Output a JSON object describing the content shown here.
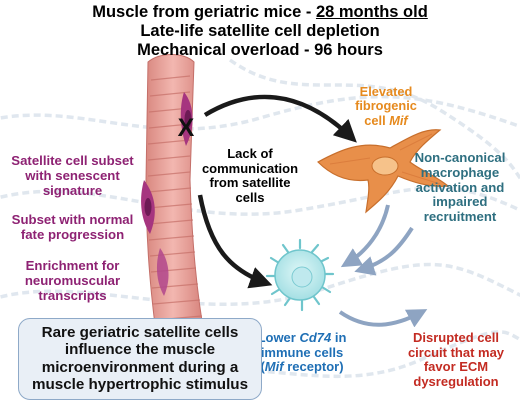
{
  "header": {
    "line1_prefix": "Muscle from geriatric mice - ",
    "line1_emph": "28 months old",
    "line2": "Late-life satellite cell depletion",
    "line3": "Mechanical overload - 96 hours"
  },
  "left_labels": {
    "senescent": [
      "Satellite cell subset",
      "with senescent",
      "signature"
    ],
    "normal": [
      "Subset with normal",
      "fate progression"
    ],
    "neuromuscular": [
      "Enrichment for",
      "neuromuscular",
      "transcripts"
    ]
  },
  "center": {
    "block_mark": "X",
    "lack": [
      "Lack of",
      "communication",
      "from satellite",
      "cells"
    ]
  },
  "fibrogenic": {
    "line1": "Elevated",
    "line2": "fibrogenic",
    "line3_prefix": "cell ",
    "line3_gene": "Mif"
  },
  "macrophage": [
    "Non-canonical",
    "macrophage",
    "activation and",
    "impaired",
    "recruitment"
  ],
  "immune": {
    "line1_prefix": "Lower ",
    "line1_gene": "Cd74",
    "line1_suffix": " in",
    "line2": "immune cells",
    "line3_open": "(",
    "line3_gene": "Mif",
    "line3_suffix": " receptor)"
  },
  "circuit": [
    "Disrupted cell",
    "circuit that may",
    "favor ECM",
    "dysregulation"
  ],
  "summary": [
    "Rare geriatric satellite cells",
    "influence the muscle",
    "microenvironment during a",
    "muscle hypertrophic stimulus"
  ],
  "colors": {
    "purple": "#8e2273",
    "orange": "#e68a1e",
    "teal": "#2e6f80",
    "red": "#c32b22",
    "blue": "#1f6fb5",
    "muscle_fiber": "#e59f98",
    "satellite_cell": "#a6357f",
    "fibroblast": "#e88f4a",
    "immune_cell": "#c5eef0"
  }
}
